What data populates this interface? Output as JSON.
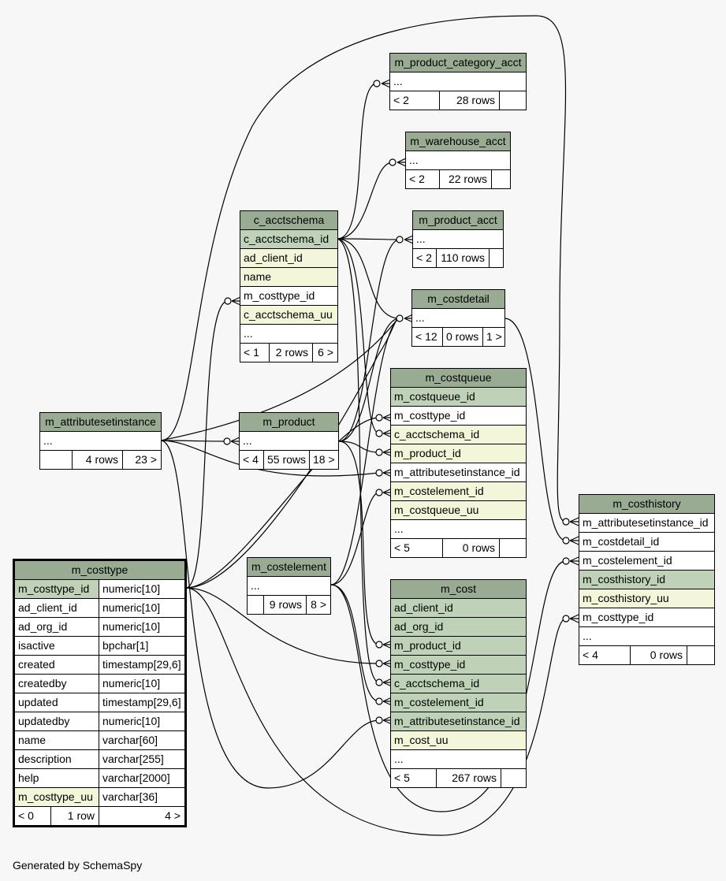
{
  "tables": {
    "m_product_category_acct": {
      "name": "m_product_category_acct",
      "ellipsis": "...",
      "prev": "< 2",
      "rows": "28 rows",
      "next": ""
    },
    "m_warehouse_acct": {
      "name": "m_warehouse_acct",
      "ellipsis": "...",
      "prev": "< 2",
      "rows": "22 rows",
      "next": ""
    },
    "m_product_acct": {
      "name": "m_product_acct",
      "ellipsis": "...",
      "prev": "< 2",
      "rows": "110 rows",
      "next": ""
    },
    "c_acctschema": {
      "name": "c_acctschema",
      "columns": [
        "c_acctschema_id",
        "ad_client_id",
        "name",
        "m_costtype_id",
        "c_acctschema_uu"
      ],
      "ellipsis": "...",
      "prev": "< 1",
      "rows": "2 rows",
      "next": "6 >"
    },
    "m_costdetail": {
      "name": "m_costdetail",
      "ellipsis": "...",
      "prev": "< 12",
      "rows": "0 rows",
      "next": "1 >"
    },
    "m_costqueue": {
      "name": "m_costqueue",
      "columns": [
        "m_costqueue_id",
        "m_costtype_id",
        "c_acctschema_id",
        "m_product_id",
        "m_attributesetinstance_id",
        "m_costelement_id",
        "m_costqueue_uu"
      ],
      "ellipsis": "...",
      "prev": "< 5",
      "rows": "0 rows",
      "next": ""
    },
    "m_attributesetinstance": {
      "name": "m_attributesetinstance",
      "ellipsis": "...",
      "prev": "",
      "rows": "4 rows",
      "next": "23 >"
    },
    "m_product": {
      "name": "m_product",
      "ellipsis": "...",
      "prev": "< 4",
      "rows": "55 rows",
      "next": "18 >"
    },
    "m_costhistory": {
      "name": "m_costhistory",
      "columns": [
        "m_attributesetinstance_id",
        "m_costdetail_id",
        "m_costelement_id",
        "m_costhistory_id",
        "m_costhistory_uu",
        "m_costtype_id"
      ],
      "ellipsis": "...",
      "prev": "< 4",
      "rows": "0 rows",
      "next": ""
    },
    "m_costtype": {
      "name": "m_costtype",
      "columns": [
        {
          "name": "m_costtype_id",
          "type": "numeric[10]"
        },
        {
          "name": "ad_client_id",
          "type": "numeric[10]"
        },
        {
          "name": "ad_org_id",
          "type": "numeric[10]"
        },
        {
          "name": "isactive",
          "type": "bpchar[1]"
        },
        {
          "name": "created",
          "type": "timestamp[29,6]"
        },
        {
          "name": "createdby",
          "type": "numeric[10]"
        },
        {
          "name": "updated",
          "type": "timestamp[29,6]"
        },
        {
          "name": "updatedby",
          "type": "numeric[10]"
        },
        {
          "name": "name",
          "type": "varchar[60]"
        },
        {
          "name": "description",
          "type": "varchar[255]"
        },
        {
          "name": "help",
          "type": "varchar[2000]"
        },
        {
          "name": "m_costtype_uu",
          "type": "varchar[36]"
        }
      ],
      "prev": "< 0",
      "rows": "1 row",
      "next": "4 >"
    },
    "m_costelement": {
      "name": "m_costelement",
      "ellipsis": "...",
      "prev": "",
      "rows": "9 rows",
      "next": "8 >"
    },
    "m_cost": {
      "name": "m_cost",
      "columns": [
        "ad_client_id",
        "ad_org_id",
        "m_product_id",
        "m_costtype_id",
        "c_acctschema_id",
        "m_costelement_id",
        "m_attributesetinstance_id",
        "m_cost_uu"
      ],
      "ellipsis": "...",
      "prev": "< 5",
      "rows": "267 rows",
      "next": ""
    }
  },
  "footer": "Generated by SchemaSpy"
}
